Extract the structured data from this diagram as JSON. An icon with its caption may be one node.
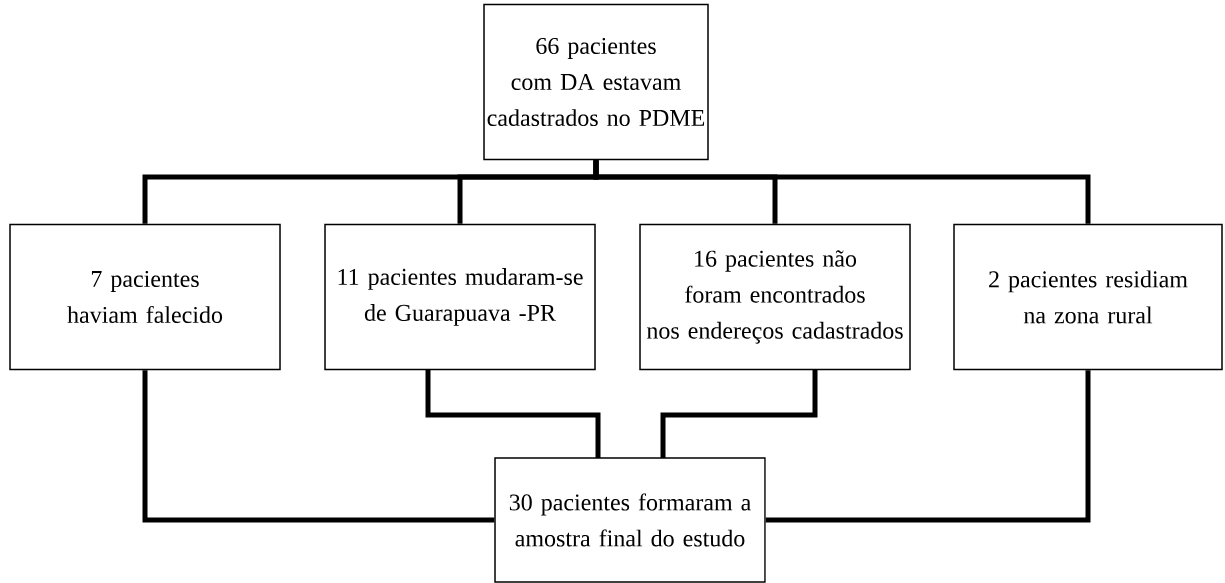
{
  "diagram": {
    "nodes": [
      {
        "text": [
          "66 pacientes com DA estavam cadastrados no PDME"
        ]
      },
      {
        "text": [
          "7 pacientes haviam falecido"
        ]
      },
      {
        "text": [
          "11 pacientes mudaram-se de Guarapuava -PR"
        ]
      },
      {
        "text": [
          "16 pacientes não foram encontrados nos endereços cadastrados"
        ]
      },
      {
        "text": [
          "2 pacientes residiam na zona rural"
        ]
      },
      {
        "text": [
          "30 pacientes formaram a amostra final do estudo"
        ]
      }
    ],
    "edges": [
      {
        "from": 0,
        "to": 1,
        "arrow": "none"
      },
      {
        "from": 0,
        "to": 2,
        "arrow": "none"
      },
      {
        "from": 0,
        "to": 3,
        "arrow": "none"
      },
      {
        "from": 0,
        "to": 4,
        "arrow": "none"
      },
      {
        "from": 1,
        "to": 5,
        "arrow": "none"
      },
      {
        "from": 2,
        "to": 5,
        "arrow": "none"
      },
      {
        "from": 3,
        "to": 5,
        "arrow": "none"
      },
      {
        "from": 4,
        "to": 5,
        "arrow": "none"
      }
    ]
  }
}
